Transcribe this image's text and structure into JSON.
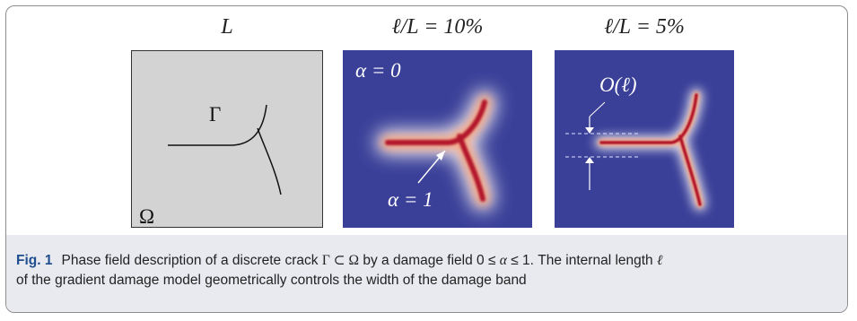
{
  "panels": [
    {
      "title": "L",
      "labels": {
        "crack": "Γ",
        "domain": "Ω"
      }
    },
    {
      "title": "ℓ/L = 10%",
      "labels": {
        "outer": "α = 0",
        "inner": "α = 1"
      }
    },
    {
      "title": "ℓ/L = 5%",
      "labels": {
        "width": "O(ℓ)"
      }
    }
  ],
  "caption": {
    "label": "Fig. 1",
    "text_1": "Phase field description of a discrete crack ",
    "gamma": "Γ",
    "subset": " ⊂ ",
    "omega": "Ω",
    "text_2": " by a damage field 0 ≤ ",
    "alpha": "α",
    "text_3": " ≤ 1. The internal length ",
    "ell": "ℓ",
    "text_4": "of the gradient damage model geometrically controls the width of the damage band"
  },
  "colors": {
    "field_background": "#3a3f98",
    "crack_core": "#b2182b",
    "caption_band": "#e8eaf0",
    "fig_label": "#1f4e8f"
  }
}
